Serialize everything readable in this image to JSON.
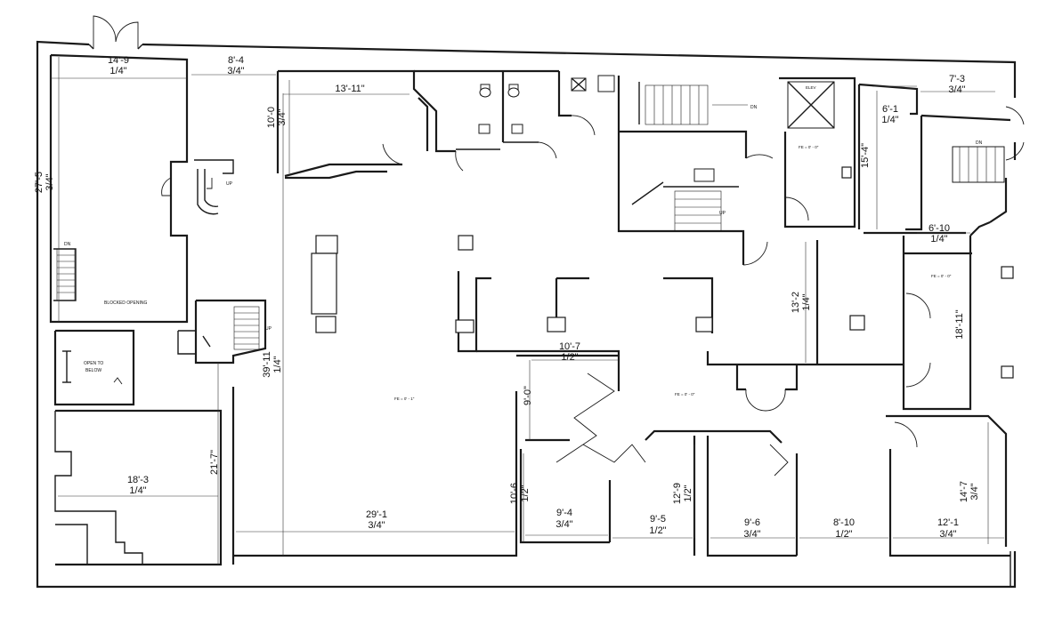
{
  "dimensions": [
    {
      "feet": "14'-9",
      "inches": "1/4\""
    },
    {
      "feet": "8'-4",
      "inches": "3/4\""
    },
    {
      "feet": "13'-11\"",
      "inches": ""
    },
    {
      "feet": "10'-0",
      "inches": "3/4\""
    },
    {
      "feet": "27'-5",
      "inches": "3/4\""
    },
    {
      "feet": "7'-3",
      "inches": "3/4\""
    },
    {
      "feet": "6'-1",
      "inches": "1/4\""
    },
    {
      "feet": "15'-4\"",
      "inches": ""
    },
    {
      "feet": "6'-10",
      "inches": "1/4\""
    },
    {
      "feet": "13'-2",
      "inches": "1/4\""
    },
    {
      "feet": "18'-11\"",
      "inches": ""
    },
    {
      "feet": "10'-7",
      "inches": "1/2\""
    },
    {
      "feet": "39'-11",
      "inches": "1/4\""
    },
    {
      "feet": "9'-0\"",
      "inches": ""
    },
    {
      "feet": "21'-7\"",
      "inches": ""
    },
    {
      "feet": "18'-3",
      "inches": "1/4\""
    },
    {
      "feet": "29'-1",
      "inches": "3/4\""
    },
    {
      "feet": "10'-6",
      "inches": "1/2\""
    },
    {
      "feet": "9'-4",
      "inches": "3/4\""
    },
    {
      "feet": "12'-9",
      "inches": "1/2\""
    },
    {
      "feet": "9'-5",
      "inches": "1/2\""
    },
    {
      "feet": "9'-6",
      "inches": "3/4\""
    },
    {
      "feet": "8'-10",
      "inches": "1/2\""
    },
    {
      "feet": "12'-1",
      "inches": "3/4\""
    },
    {
      "feet": "14'-7",
      "inches": "3/4\""
    }
  ],
  "notes": {
    "dn": "DN",
    "up": "UP",
    "blocked_opening": "BLOCKED OPENING",
    "open_to": "OPEN TO",
    "below": "BELOW",
    "elev": "ELEV",
    "fe_main": "FE = 0' - 1\"",
    "fe_corridor": "FE = 0' - 0\"",
    "fe_elev": "FE = 0' - 0\"",
    "fe_right": "FE = 0' - 0\""
  }
}
